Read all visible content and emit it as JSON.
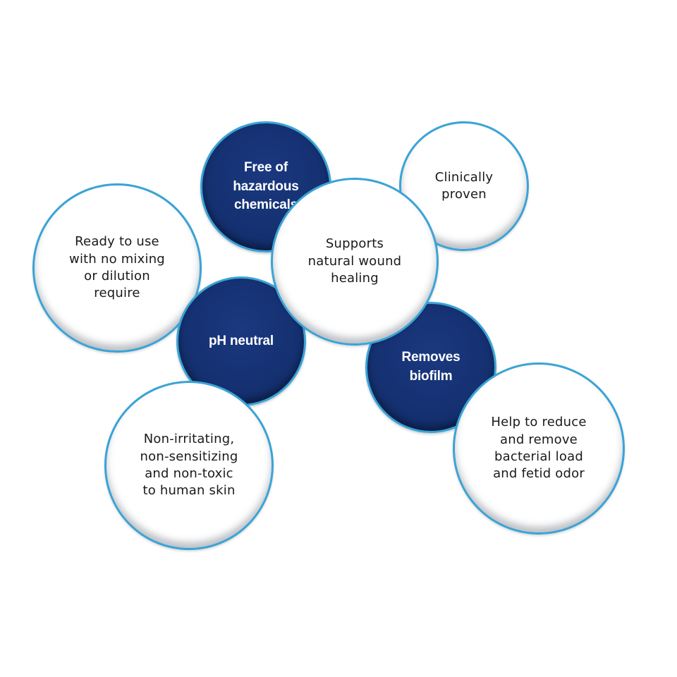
{
  "bubbles": {
    "hazard": {
      "label": "Free of\nhazardous\nchemicals",
      "style": "navy"
    },
    "clinical": {
      "label": "Clinically\nproven",
      "style": "white"
    },
    "ready": {
      "label": "Ready to use\nwith no mixing\nor dilution\nrequire",
      "style": "white"
    },
    "wound": {
      "label": "Supports\nnatural wound\nhealing",
      "style": "white"
    },
    "ph": {
      "label": "pH neutral",
      "style": "navy"
    },
    "biofilm": {
      "label": "Removes\nbiofilm",
      "style": "navy"
    },
    "nonirr": {
      "label": "Non-irritating,\nnon-sensitizing\nand non-toxic\nto human skin",
      "style": "white"
    },
    "odor": {
      "label": "Help to reduce\nand remove\nbacterial load\nand fetid odor",
      "style": "white"
    }
  },
  "colors": {
    "navy_fill": "#14306f",
    "ring_blue": "#3aa3d6",
    "white_fill": "#ffffff",
    "dark_text": "#1a1a1a",
    "light_text": "#ffffff"
  }
}
